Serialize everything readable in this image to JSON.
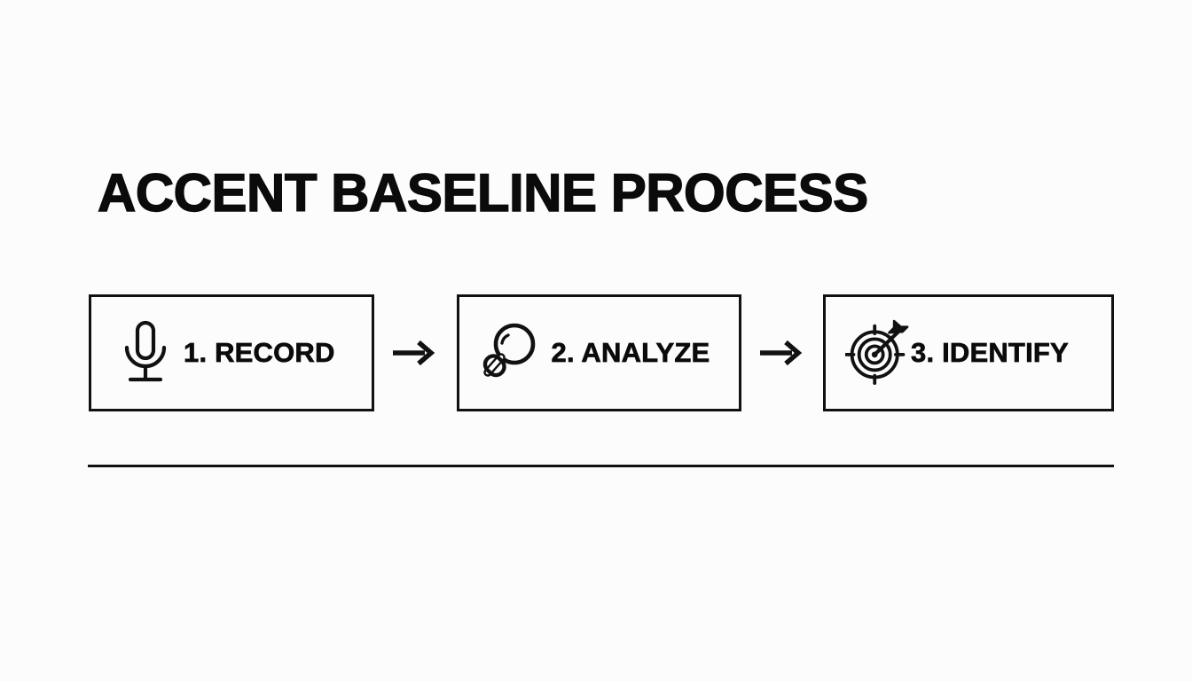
{
  "slide": {
    "title": "ACCENT BASELINE PROCESS",
    "background_color": "#fdfcfc",
    "ink_color": "#111111"
  },
  "process": {
    "steps": [
      {
        "number": "1.",
        "name": "RECORD",
        "label": "1. RECORD",
        "icon": "microphone-icon"
      },
      {
        "number": "2.",
        "name": "ANALYZE",
        "label": "2. ANALYZE",
        "icon": "magnifying-glass-icon"
      },
      {
        "number": "3.",
        "name": "IDENTIFY",
        "label": "3. IDENTIFY",
        "icon": "target-arrow-icon"
      }
    ],
    "connectors": [
      {
        "icon": "arrow-right-icon",
        "glyph": "→"
      },
      {
        "icon": "arrow-right-icon",
        "glyph": "→"
      }
    ]
  },
  "divider": {
    "name": "horizontal-rule"
  }
}
